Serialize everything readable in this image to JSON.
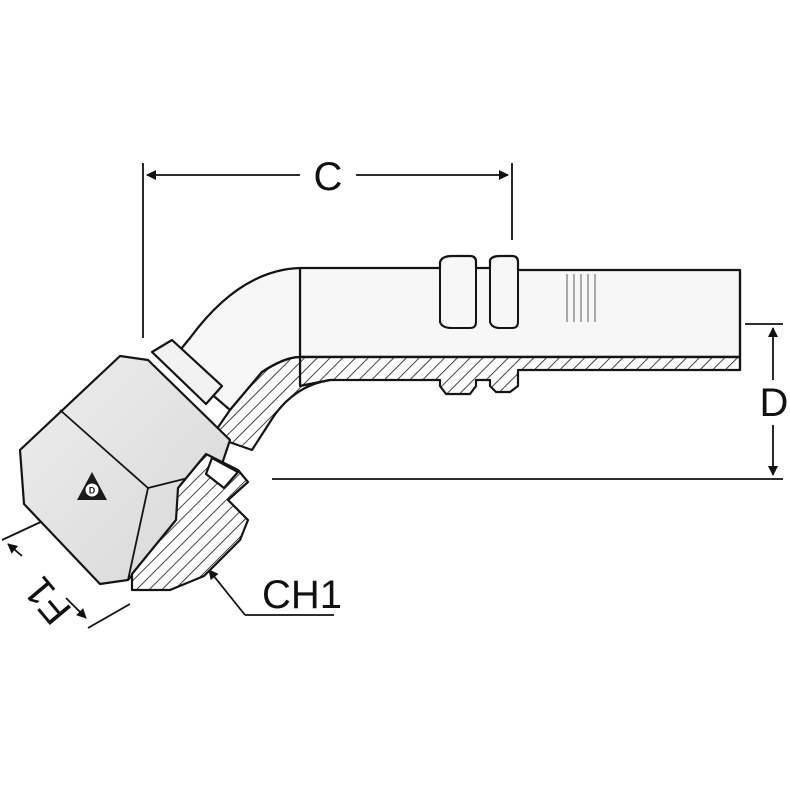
{
  "dimensions": {
    "c_label": "C",
    "d_label": "D",
    "f1_label": "F1",
    "ch1_label": "CH1"
  },
  "logo": {
    "icon": "dunlop-triangle-logo-icon"
  },
  "colors": {
    "body_fill": "#f7f7f7",
    "outline": "#141414",
    "hatch": "#141414",
    "shadow": "#d9d9d9"
  }
}
